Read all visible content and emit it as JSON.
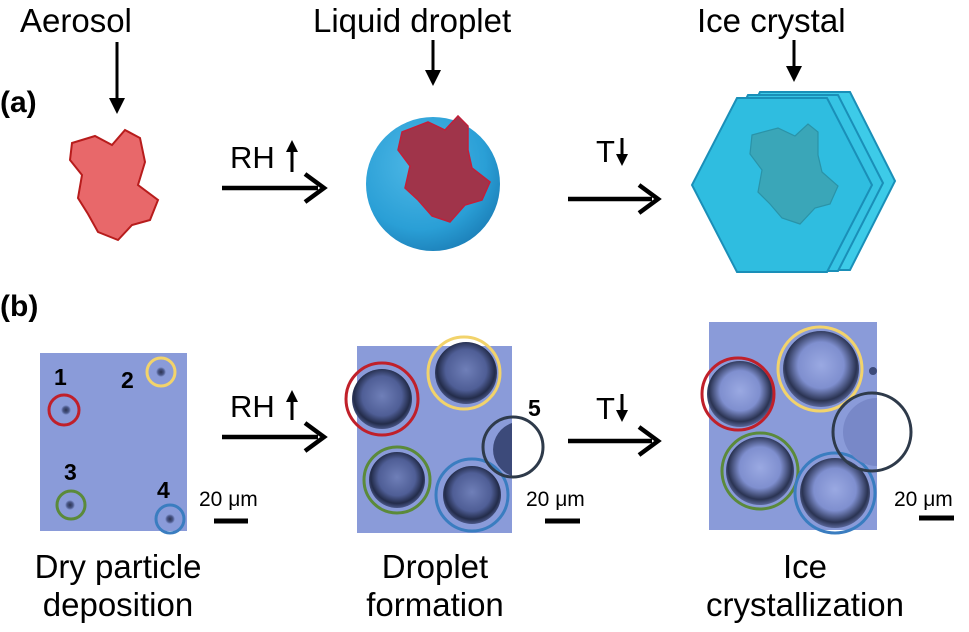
{
  "panel_a": {
    "label": "(a)",
    "titles": {
      "aerosol": "Aerosol",
      "droplet": "Liquid droplet",
      "ice": "Ice crystal"
    },
    "arrow1_label": "RH",
    "arrow2_label": "T",
    "arrow1_direction": "up",
    "arrow2_direction": "down"
  },
  "panel_b": {
    "label": "(b)",
    "arrow1_label": "RH",
    "arrow2_label": "T",
    "arrow1_direction": "up",
    "arrow2_direction": "down",
    "scale_bar": "20 μm",
    "stage1": {
      "caption_line1": "Dry particle",
      "caption_line2": "deposition",
      "numbers": [
        "1",
        "2",
        "3",
        "4"
      ]
    },
    "stage2": {
      "caption_line1": "Droplet",
      "caption_line2": "formation",
      "number": "5"
    },
    "stage3": {
      "caption_line1": "Ice",
      "caption_line2": "crystallization"
    }
  },
  "colors": {
    "particle_red": "#c0392b",
    "circle_yellow": "#f2d36b",
    "circle_green": "#5b8a3a",
    "circle_blue": "#3a7dc0",
    "circle_dark": "#2e3a4a",
    "micrograph_bg": "#8a9bd9",
    "droplet_blue": "#2a9fd6",
    "ice_cyan": "#2fc6e6"
  }
}
